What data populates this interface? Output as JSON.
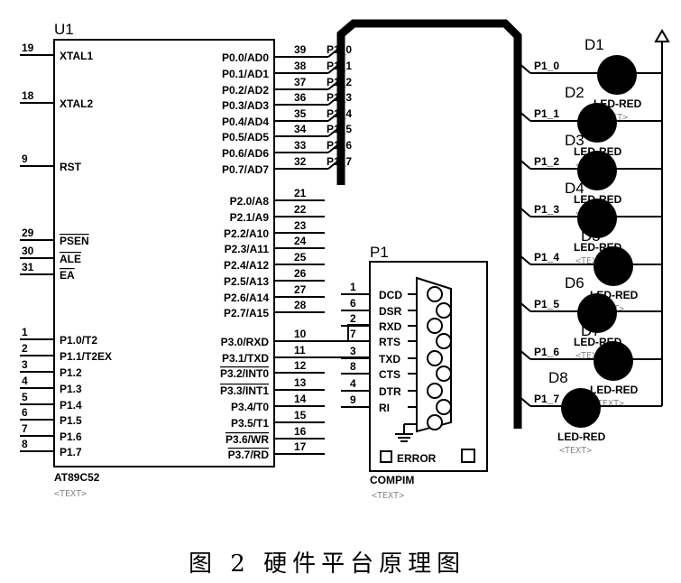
{
  "u1": {
    "ref": "U1",
    "part": "AT89C52",
    "text": "<TEXT>",
    "left_pins": [
      {
        "num": "19",
        "name": "XTAL1"
      },
      {
        "num": "18",
        "name": "XTAL2"
      },
      {
        "num": "9",
        "name": "RST"
      },
      {
        "num": "29",
        "name": "PSEN"
      },
      {
        "num": "30",
        "name": "ALE"
      },
      {
        "num": "31",
        "name": "EA"
      },
      {
        "num": "1",
        "name": "P1.0/T2"
      },
      {
        "num": "2",
        "name": "P1.1/T2EX"
      },
      {
        "num": "3",
        "name": "P1.2"
      },
      {
        "num": "4",
        "name": "P1.3"
      },
      {
        "num": "5",
        "name": "P1.4"
      },
      {
        "num": "6",
        "name": "P1.5"
      },
      {
        "num": "7",
        "name": "P1.6"
      },
      {
        "num": "8",
        "name": "P1.7"
      }
    ],
    "right_pins": [
      {
        "num": "39",
        "name": "P0.0/AD0",
        "net": "P1_0"
      },
      {
        "num": "38",
        "name": "P0.1/AD1",
        "net": "P1_1"
      },
      {
        "num": "37",
        "name": "P0.2/AD2",
        "net": "P1_2"
      },
      {
        "num": "36",
        "name": "P0.3/AD3",
        "net": "P1_3"
      },
      {
        "num": "35",
        "name": "P0.4/AD4",
        "net": "P1_4"
      },
      {
        "num": "34",
        "name": "P0.5/AD5",
        "net": "P1_5"
      },
      {
        "num": "33",
        "name": "P0.6/AD6",
        "net": "P1_6"
      },
      {
        "num": "32",
        "name": "P0.7/AD7",
        "net": "P1_7"
      },
      {
        "num": "21",
        "name": "P2.0/A8"
      },
      {
        "num": "22",
        "name": "P2.1/A9"
      },
      {
        "num": "23",
        "name": "P2.2/A10"
      },
      {
        "num": "24",
        "name": "P2.3/A11"
      },
      {
        "num": "25",
        "name": "P2.4/A12"
      },
      {
        "num": "26",
        "name": "P2.5/A13"
      },
      {
        "num": "27",
        "name": "P2.6/A14"
      },
      {
        "num": "28",
        "name": "P2.7/A15"
      },
      {
        "num": "10",
        "name": "P3.0/RXD"
      },
      {
        "num": "11",
        "name": "P3.1/TXD"
      },
      {
        "num": "12",
        "name": "P3.2/INT0"
      },
      {
        "num": "13",
        "name": "P3.3/INT1"
      },
      {
        "num": "14",
        "name": "P3.4/T0"
      },
      {
        "num": "15",
        "name": "P3.5/T1"
      },
      {
        "num": "16",
        "name": "P3.6/WR"
      },
      {
        "num": "17",
        "name": "P3.7/RD"
      }
    ]
  },
  "p1": {
    "ref": "P1",
    "part": "COMPIM",
    "text": "<TEXT>",
    "error_label": "ERROR",
    "pins": [
      {
        "num": "1",
        "name": "DCD"
      },
      {
        "num": "6",
        "name": "DSR"
      },
      {
        "num": "2",
        "name": "RXD"
      },
      {
        "num": "7",
        "name": "RTS"
      },
      {
        "num": "3",
        "name": "TXD"
      },
      {
        "num": "8",
        "name": "CTS"
      },
      {
        "num": "4",
        "name": "DTR"
      },
      {
        "num": "9",
        "name": "RI"
      }
    ]
  },
  "leds": [
    {
      "ref": "D1",
      "net": "P1_0",
      "type": "LED-RED",
      "text": "<TEXT>"
    },
    {
      "ref": "D2",
      "net": "P1_1",
      "type": "LED-RED",
      "text": "<TEXT>"
    },
    {
      "ref": "D3",
      "net": "P1_2",
      "type": "LED-RED",
      "text": "<TEXT>"
    },
    {
      "ref": "D4",
      "net": "P1_3",
      "type": "LED-RED",
      "text": "<TEXT>"
    },
    {
      "ref": "D5",
      "net": "P1_4",
      "type": "LED-RED",
      "text": "<TEXT>"
    },
    {
      "ref": "D6",
      "net": "P1_5",
      "type": "LED-RED",
      "text": "<TEXT>"
    },
    {
      "ref": "D7",
      "net": "P1_6",
      "type": "LED-RED",
      "text": "<TEXT>"
    },
    {
      "ref": "D8",
      "net": "P1_7",
      "type": "LED-RED",
      "text": "<TEXT>"
    }
  ],
  "caption": "图 2  硬件平台原理图"
}
